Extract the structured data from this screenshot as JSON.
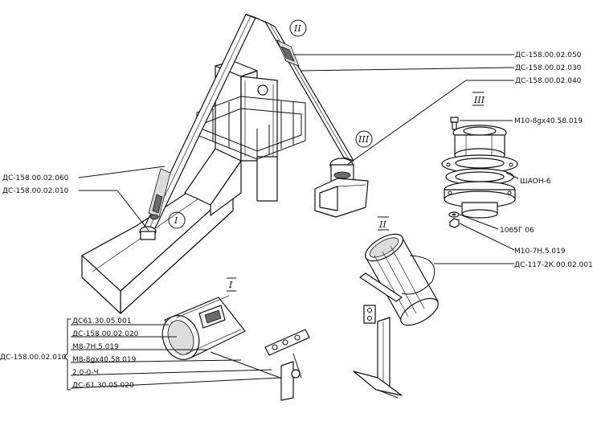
{
  "views": {
    "I": "I",
    "II": "II",
    "III": "III"
  },
  "main": {
    "label_050": "ДС-158.00.02.050",
    "label_030": "ДС-158.00.02.030",
    "label_040": "ДС-158.00.02.040",
    "label_060": "ДС-158.00.02.060",
    "label_010": "ДС-158.00.02.010"
  },
  "detail_III": {
    "bolt": "М10-8gx40.58.019",
    "flange": "ШАОН-6",
    "washer": "1065Г 06",
    "nut": "М10-7Н.5.019"
  },
  "detail_II": {
    "clamp": "ДС-117-2К.00.02.001"
  },
  "detail_I": {
    "group": "ДС-158.00.02.010",
    "items": [
      "ДС61.30.05.001",
      "ДС-158.00.02.020",
      "М8-7Н.5.019",
      "М8-8gx40.58.019",
      "2.0-0-Ч",
      "ДС-61.30.05.020"
    ]
  },
  "colors": {
    "ink": "#111111",
    "paper": "#ffffff"
  }
}
